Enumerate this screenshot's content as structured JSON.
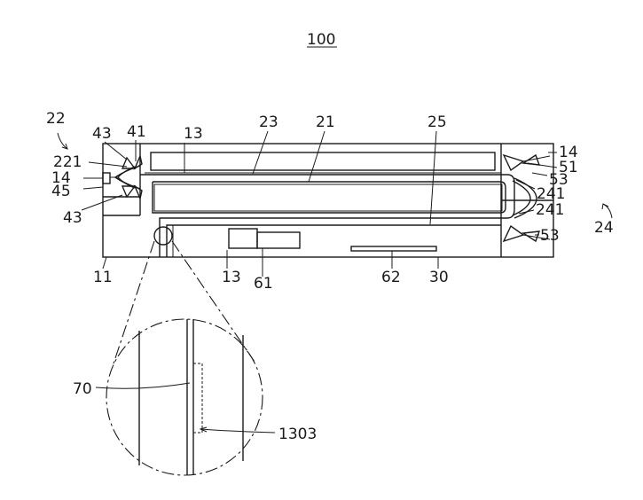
{
  "figure_number": "100",
  "labels": {
    "l22": "22",
    "l43a": "43",
    "l41": "41",
    "l13a": "13",
    "l23": "23",
    "l21": "21",
    "l25": "25",
    "l14a": "14",
    "l221": "221",
    "l14b": "14",
    "l45": "45",
    "l43b": "43",
    "l51": "51",
    "l53a": "53",
    "l241a": "241",
    "l241b": "241",
    "l24": "24",
    "l53b": "53",
    "l11": "11",
    "l13b": "13",
    "l61": "61",
    "l62": "62",
    "l30": "30",
    "l70": "70",
    "l1303": "1303"
  }
}
